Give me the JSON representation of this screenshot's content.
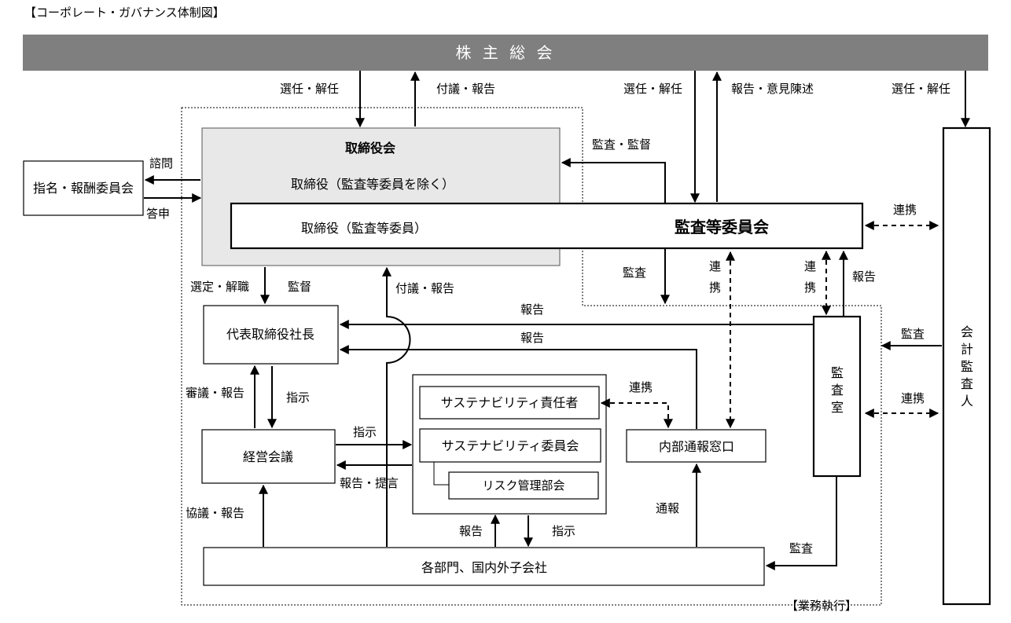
{
  "title": "【コーポレート・ガバナンス体制図】",
  "nodes": {
    "shareholders": "株 主 総 会",
    "board": "取締役会",
    "board_members": "取締役（監査等委員を除く）",
    "audit_members": "取締役（監査等委員）",
    "audit_committee": "監査等委員会",
    "nomination": "指名・報酬委員会",
    "president": "代表取締役社長",
    "management": "経営会議",
    "sustainability_officer": "サステナビリティ責任者",
    "sustainability_committee": "サステナビリティ委員会",
    "risk_committee": "リスク管理部会",
    "whistleblow": "内部通報窓口",
    "audit_office": "監査室",
    "auditor": "会計監査人",
    "departments": "各部門、国内外子会社",
    "execution": "【業務執行】"
  },
  "labels": {
    "elect1": "選任・解任",
    "proposal1": "付議・報告",
    "elect2": "選任・解任",
    "report_opinion": "報告・意見陳述",
    "elect3": "選任・解任",
    "audit_supervise": "監査・監督",
    "consult": "諮問",
    "answer": "答申",
    "coop1": "連携",
    "audit1": "監査",
    "coop2": "連携",
    "coop3": "連携",
    "report1": "報告",
    "appoint": "選定・解職",
    "supervise": "監督",
    "proposal2": "付議・報告",
    "report2": "報告",
    "report3": "報告",
    "audit2": "監査",
    "deliberate": "審議・報告",
    "instruct1": "指示",
    "coop4": "連携",
    "coop5": "連携",
    "instruct2": "指示",
    "report_propose": "報告・提言",
    "discuss": "協議・報告",
    "report4": "報告",
    "instruct3": "指示",
    "notify": "通報",
    "audit3": "監査"
  }
}
